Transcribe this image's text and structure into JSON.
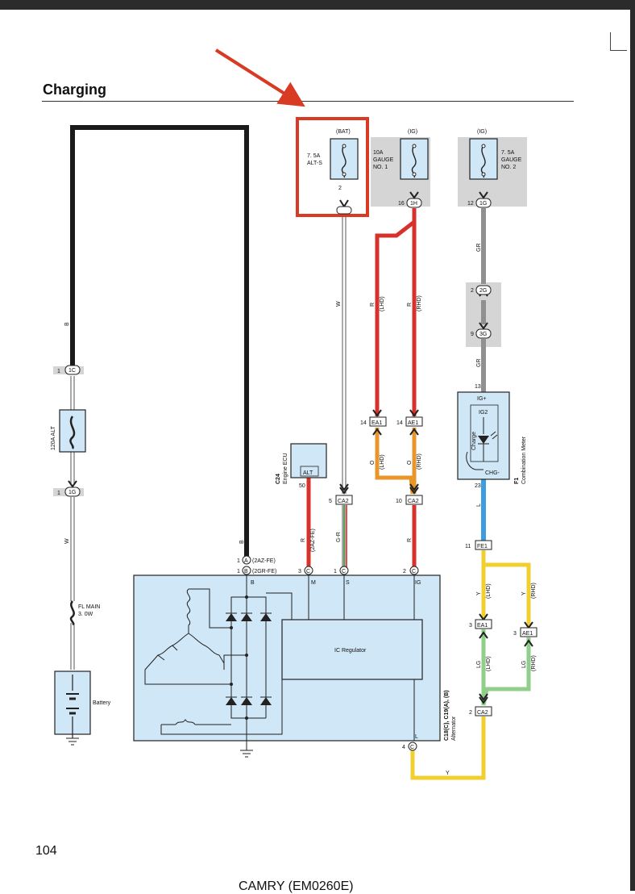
{
  "title": "Charging",
  "page_number": "104",
  "footer": "CAMRY (EM0260E)",
  "fuses": {
    "alt_s": {
      "source": "(BAT)",
      "rating": "7. 5A",
      "name": "ALT-S",
      "pin": "2"
    },
    "gauge1": {
      "source": "(IG)",
      "rating": "10A",
      "name1": "GAUGE",
      "name2": "NO. 1",
      "pin": "16",
      "conn": "1H"
    },
    "gauge2": {
      "source": "(IG)",
      "rating": "7. 5A",
      "name1": "GAUGE",
      "name2": "NO. 2",
      "pin": "12",
      "conn": "1G"
    },
    "alt120": {
      "label": "120A ALT"
    },
    "fl_main": {
      "name": "FL MAIN",
      "rating": "3. 0W"
    }
  },
  "connectors": {
    "c1_top": {
      "pin": "1",
      "id": "1C"
    },
    "c1_bot": {
      "pin": "1",
      "id": "1G"
    },
    "ea1_top": {
      "pin": "14",
      "id": "EA1"
    },
    "ae1_top": {
      "pin": "14",
      "id": "AE1"
    },
    "ca2_a": {
      "pin": "5",
      "id": "CA2"
    },
    "ca2_b": {
      "pin": "10",
      "id": "CA2"
    },
    "c2g": {
      "pin": "2",
      "id": "2G"
    },
    "c3g": {
      "pin": "9",
      "id": "3G"
    },
    "fe1": {
      "pin": "11",
      "id": "FE1"
    },
    "ea1_bot": {
      "pin": "3",
      "id": "EA1"
    },
    "ae1_bot": {
      "pin": "3",
      "id": "AE1"
    },
    "ca2_c": {
      "pin": "2",
      "id": "CA2"
    },
    "alt_a": {
      "pin": "1",
      "id": "A",
      "note": "(2AZ-FE)"
    },
    "alt_b": {
      "pin": "1",
      "id": "B",
      "note": "(2GR-FE)"
    },
    "alt_m": {
      "pin": "3",
      "id": "C"
    },
    "alt_s": {
      "pin": "1",
      "id": "C"
    },
    "alt_ig": {
      "pin": "2",
      "id": "C"
    },
    "alt_l": {
      "pin": "4",
      "id": "C"
    }
  },
  "wires": {
    "b": "B",
    "w": "W",
    "r": "R",
    "gr": "GR",
    "o": "O",
    "gr2": "G-R",
    "l": "L",
    "y": "Y",
    "lg": "LG",
    "lhd": "(LHD)",
    "rhd": "(RHD)",
    "az": "(2AZ-FE)",
    "gauge_pin": "13",
    "meter_pin": "23",
    "ecu_pin": "50"
  },
  "components": {
    "ecu": {
      "code": "C24",
      "name": "Engine ECU",
      "terminal": "ALT"
    },
    "meter": {
      "code": "F1",
      "name": "Combination Meter",
      "ig_plus": "IG+",
      "ig2": "IG2",
      "charge": "Charge",
      "chg_minus": "CHG-"
    },
    "alternator": {
      "codes": "C18(C), C19(A), (B)",
      "name": "Alternator",
      "terminals": {
        "b": "B",
        "m": "M",
        "s": "S",
        "ig": "IG",
        "l": "L"
      }
    },
    "regulator": "IC Regulator",
    "battery": "Battery"
  },
  "colors": {
    "highlight": "#d93a24",
    "wire_black": "#1a1a1a",
    "wire_red": "#d8312b",
    "wire_gray": "#909090",
    "wire_orange": "#e8952a",
    "wire_blue": "#3c9ee0",
    "wire_yellow": "#f0cf2e",
    "wire_green": "#8fcf8a",
    "component_fill": "#cfe7f6",
    "fuse_bg": "#d5d5d5"
  }
}
